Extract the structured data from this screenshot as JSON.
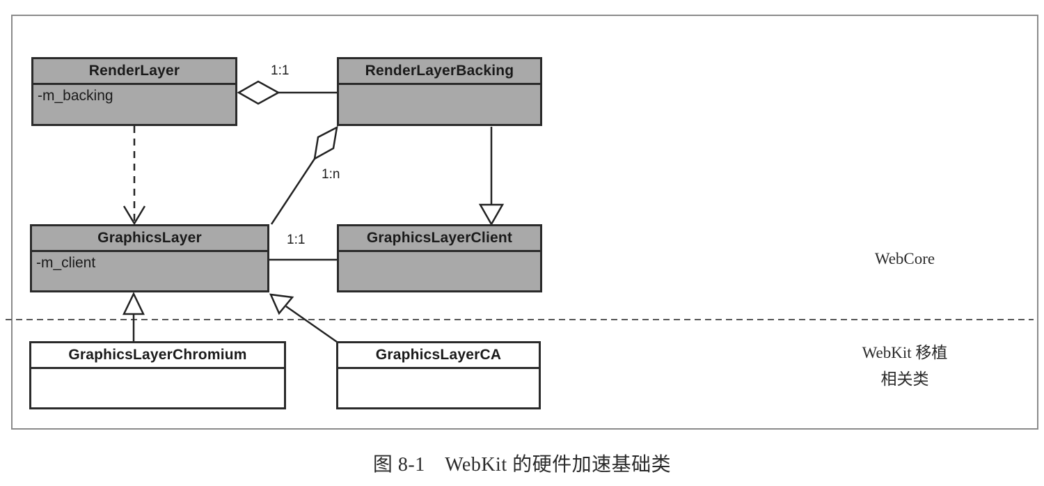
{
  "diagram": {
    "type": "uml-class-diagram",
    "classes": [
      {
        "id": "render-layer",
        "name": "RenderLayer",
        "attributes": [
          "-m_backing"
        ],
        "package": "WebCore",
        "fill": "#a9a9a9"
      },
      {
        "id": "render-layer-backing",
        "name": "RenderLayerBacking",
        "attributes": [],
        "package": "WebCore",
        "fill": "#a9a9a9"
      },
      {
        "id": "graphics-layer",
        "name": "GraphicsLayer",
        "attributes": [
          "-m_client"
        ],
        "package": "WebCore",
        "fill": "#a9a9a9"
      },
      {
        "id": "graphics-layer-client",
        "name": "GraphicsLayerClient",
        "attributes": [],
        "package": "WebCore",
        "fill": "#a9a9a9"
      },
      {
        "id": "graphics-layer-chromium",
        "name": "GraphicsLayerChromium",
        "attributes": [],
        "package": "WebKit port",
        "fill": "#ffffff"
      },
      {
        "id": "graphics-layer-ca",
        "name": "GraphicsLayerCA",
        "attributes": [],
        "package": "WebKit port",
        "fill": "#ffffff"
      }
    ],
    "relations": [
      {
        "type": "aggregation",
        "from": "RenderLayer",
        "to": "RenderLayerBacking",
        "multiplicity": "1:1"
      },
      {
        "type": "aggregation",
        "from": "RenderLayerBacking",
        "to": "GraphicsLayer",
        "multiplicity": "1:n"
      },
      {
        "type": "association",
        "from": "GraphicsLayer",
        "to": "GraphicsLayerClient",
        "multiplicity": "1:1"
      },
      {
        "type": "dependency",
        "from": "RenderLayer",
        "to": "GraphicsLayer"
      },
      {
        "type": "generalization",
        "from": "RenderLayerBacking",
        "to": "GraphicsLayerClient"
      },
      {
        "type": "generalization",
        "from": "GraphicsLayerChromium",
        "to": "GraphicsLayer"
      },
      {
        "type": "generalization",
        "from": "GraphicsLayerCA",
        "to": "GraphicsLayer"
      }
    ],
    "multiplicity_labels": {
      "render_layer_backing": "1:1",
      "backing_graphics": "1:n",
      "graphics_client": "1:1"
    },
    "packages": {
      "upper": "WebCore",
      "lower_line1": "WebKit 移植",
      "lower_line2": "相关类"
    }
  },
  "caption": "图 8-1　WebKit 的硬件加速基础类"
}
